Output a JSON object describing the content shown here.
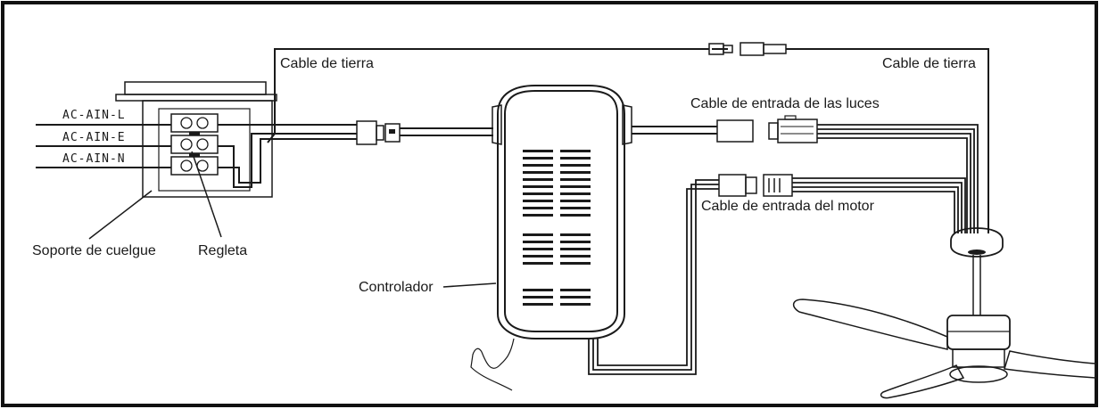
{
  "labels": {
    "ground_left": "Cable de tierra",
    "ground_right": "Cable de tierra",
    "lights_input": "Cable de entrada de las luces",
    "motor_input": "Cable de entrada del motor",
    "mount_bracket": "Soporte de cuelgue",
    "terminal_block": "Regleta",
    "controller": "Controlador"
  },
  "ac_inputs": [
    "AC-AIN-L",
    "AC-AIN-E",
    "AC-AIN-N"
  ]
}
